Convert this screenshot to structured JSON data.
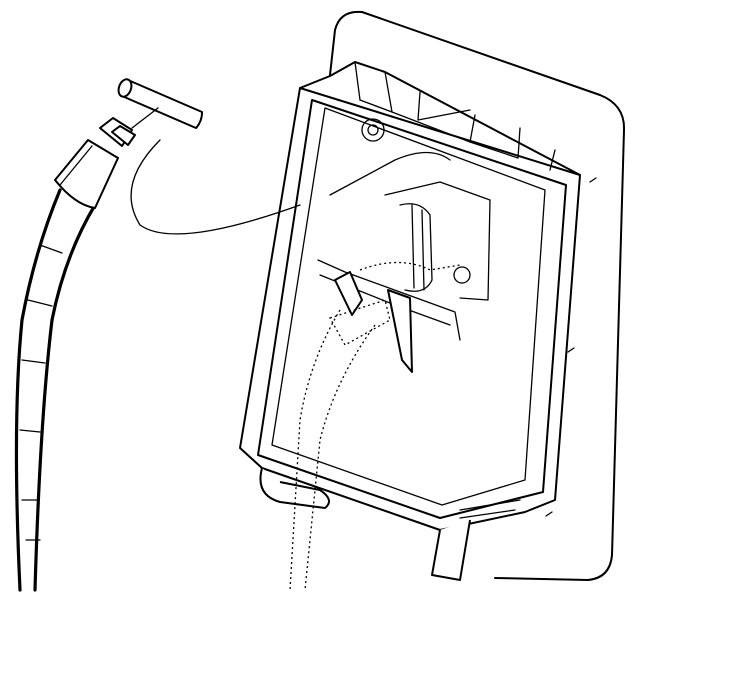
{
  "figure": {
    "labels": [],
    "colors": {
      "line": "#000000",
      "background": "#ffffff"
    },
    "parts": [
      "mounting-flange",
      "housing-box",
      "cable",
      "t-handle",
      "pulley",
      "leader-line"
    ]
  }
}
